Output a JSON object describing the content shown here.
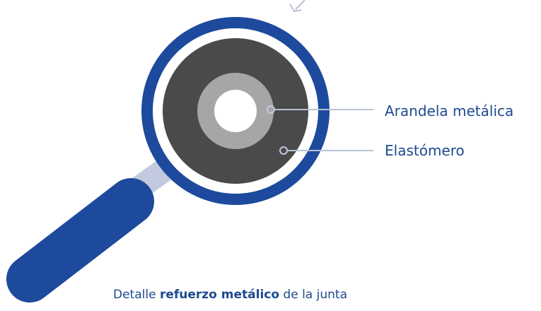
{
  "labels": {
    "washer": "Arandela metálica",
    "elastomer": "Elastómero"
  },
  "caption": {
    "prefix": "Detalle ",
    "bold": "refuerzo metálico",
    "suffix": " de la junta"
  },
  "colors": {
    "ring_blue": "#1d4a9c",
    "handle_blue": "#1d4a9c",
    "neck_light": "#c3cae0",
    "elastomer_dark": "#4a4a4a",
    "washer_gray": "#a6a6a6",
    "leader_line": "#b8c0d8",
    "text_blue": "#1d4a8f"
  }
}
